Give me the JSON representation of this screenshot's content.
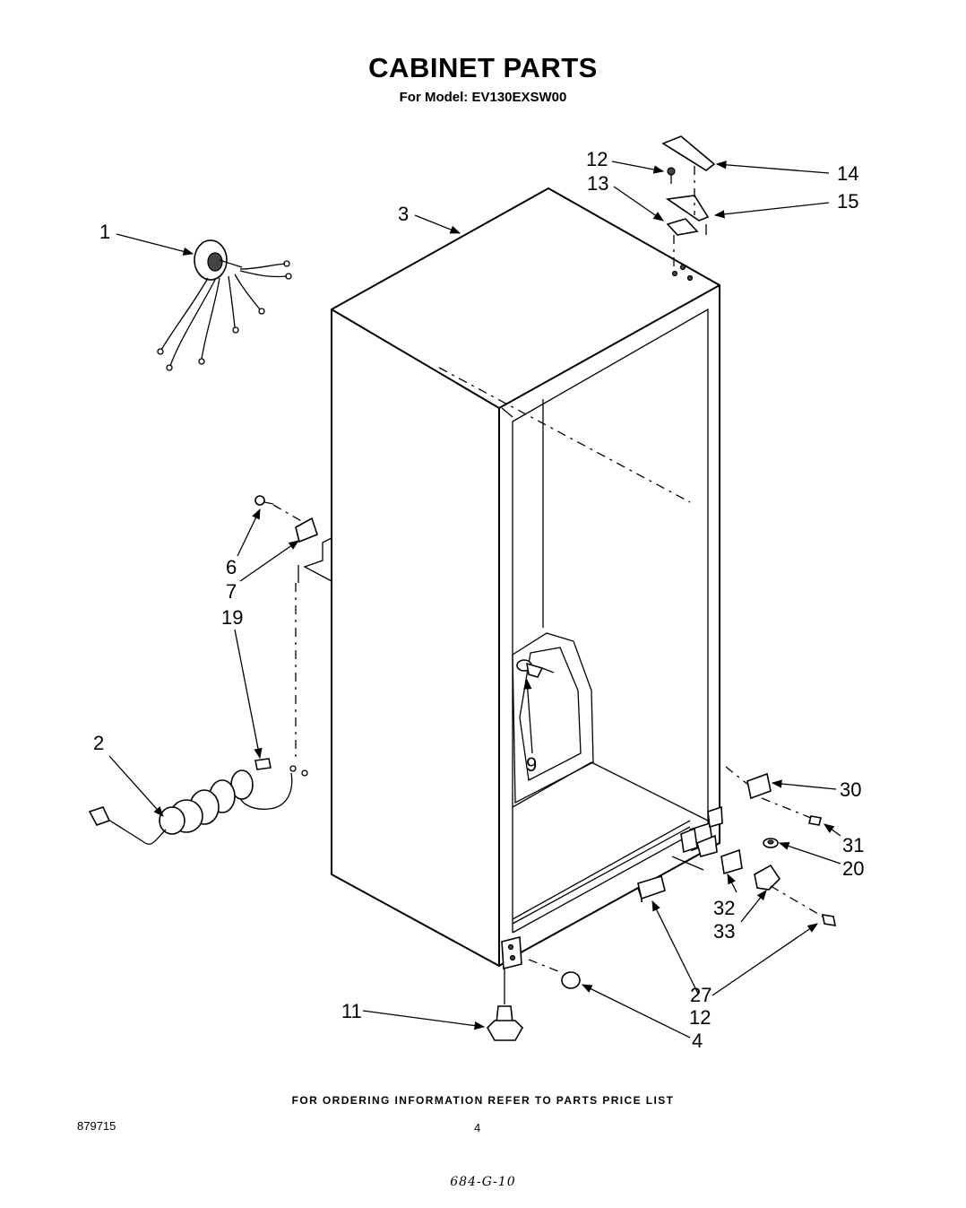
{
  "header": {
    "title": "CABINET PARTS",
    "subtitle": "For Model: EV130EXSW00"
  },
  "callouts": [
    {
      "id": "c1",
      "label": "1"
    },
    {
      "id": "c2",
      "label": "2"
    },
    {
      "id": "c3",
      "label": "3"
    },
    {
      "id": "c4",
      "label": "4"
    },
    {
      "id": "c6",
      "label": "6"
    },
    {
      "id": "c7",
      "label": "7"
    },
    {
      "id": "c9",
      "label": "9"
    },
    {
      "id": "c11",
      "label": "11"
    },
    {
      "id": "c12a",
      "label": "12"
    },
    {
      "id": "c12b",
      "label": "12"
    },
    {
      "id": "c13",
      "label": "13"
    },
    {
      "id": "c14",
      "label": "14"
    },
    {
      "id": "c15",
      "label": "15"
    },
    {
      "id": "c19",
      "label": "19"
    },
    {
      "id": "c20",
      "label": "20"
    },
    {
      "id": "c27",
      "label": "27"
    },
    {
      "id": "c30",
      "label": "30"
    },
    {
      "id": "c31",
      "label": "31"
    },
    {
      "id": "c32",
      "label": "32"
    },
    {
      "id": "c33",
      "label": "33"
    }
  ],
  "footer": {
    "note": "FOR ORDERING INFORMATION REFER TO PARTS PRICE LIST",
    "doc_number": "879715",
    "page_number": "4",
    "handwritten_code": "684-G-10"
  }
}
